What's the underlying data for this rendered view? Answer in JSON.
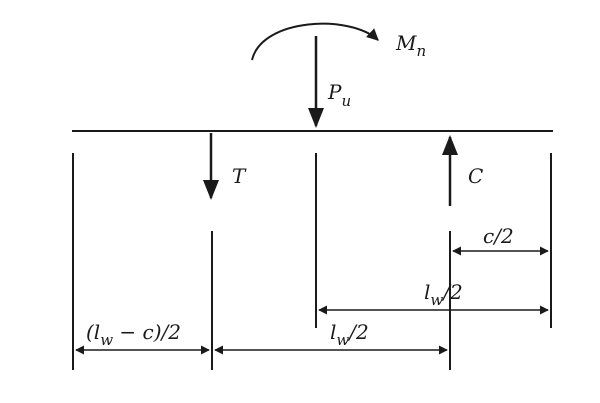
{
  "labels": {
    "mn": {
      "main": "M",
      "sub": "n"
    },
    "pu": {
      "main": "P",
      "sub": "u"
    },
    "t": "T",
    "c": "C",
    "c_half": "c/2",
    "lw_half_upper": {
      "pre": "l",
      "sub": "w",
      "post": "/2"
    },
    "lw_half_lower": {
      "pre": "l",
      "sub": "w",
      "post": "/2"
    },
    "lw_minus_c": {
      "pre": "(l",
      "sub": "w",
      "post": " − c)/2"
    }
  },
  "colors": {
    "line": "#1a1a1a",
    "background": "#ffffff"
  }
}
